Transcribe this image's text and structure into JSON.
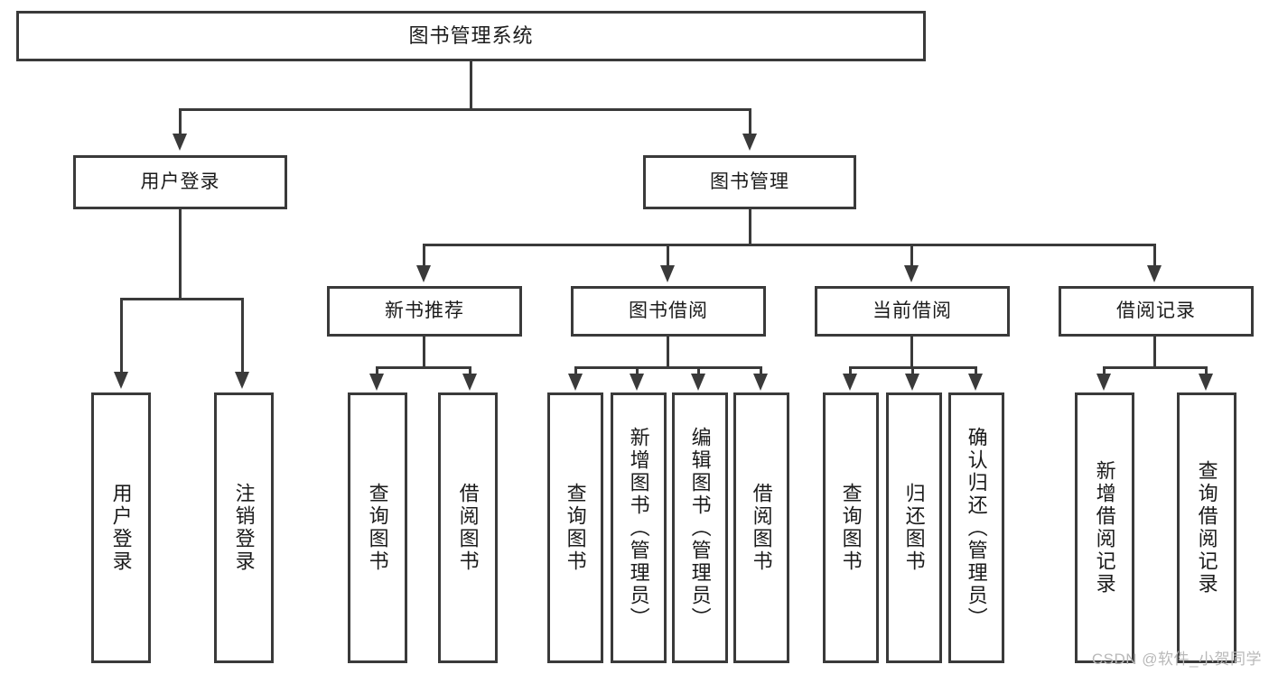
{
  "diagram": {
    "type": "tree-hierarchy",
    "title": "图书管理系统",
    "root": {
      "id": "root",
      "label": "图书管理系统",
      "level": 1
    },
    "level2": [
      {
        "id": "user-login",
        "label": "用户登录"
      },
      {
        "id": "book-manage",
        "label": "图书管理"
      }
    ],
    "level3": [
      {
        "id": "new-book-rec",
        "label": "新书推荐",
        "parent": "book-manage"
      },
      {
        "id": "book-borrow",
        "label": "图书借阅",
        "parent": "book-manage"
      },
      {
        "id": "current-borrow",
        "label": "当前借阅",
        "parent": "book-manage"
      },
      {
        "id": "borrow-record",
        "label": "借阅记录",
        "parent": "book-manage"
      }
    ],
    "leaves": [
      {
        "id": "leaf-user-login",
        "label": "用户登录",
        "parent": "user-login"
      },
      {
        "id": "leaf-user-logout",
        "label": "注销登录",
        "parent": "user-login"
      },
      {
        "id": "leaf-query-book-1",
        "label": "查询图书",
        "parent": "new-book-rec"
      },
      {
        "id": "leaf-borrow-book-1",
        "label": "借阅图书",
        "parent": "new-book-rec"
      },
      {
        "id": "leaf-query-book-2",
        "label": "查询图书",
        "parent": "book-borrow"
      },
      {
        "id": "leaf-add-book",
        "label": "新增图书（管理员）",
        "parent": "book-borrow"
      },
      {
        "id": "leaf-edit-book",
        "label": "编辑图书（管理员）",
        "parent": "book-borrow"
      },
      {
        "id": "leaf-borrow-book-2",
        "label": "借阅图书",
        "parent": "book-borrow"
      },
      {
        "id": "leaf-query-book-3",
        "label": "查询图书",
        "parent": "current-borrow"
      },
      {
        "id": "leaf-return-book",
        "label": "归还图书",
        "parent": "current-borrow"
      },
      {
        "id": "leaf-confirm-return",
        "label": "确认归还（管理员）",
        "parent": "current-borrow"
      },
      {
        "id": "leaf-add-record",
        "label": "新增借阅记录",
        "parent": "borrow-record"
      },
      {
        "id": "leaf-query-record",
        "label": "查询借阅记录",
        "parent": "borrow-record"
      }
    ],
    "colors": {
      "stroke": "#3a3a3a",
      "fill": "#ffffff",
      "text": "#1b1b1b",
      "watermark": "#b9b9b9"
    }
  },
  "watermark": {
    "text": "CSDN @软件_小贺同学"
  }
}
